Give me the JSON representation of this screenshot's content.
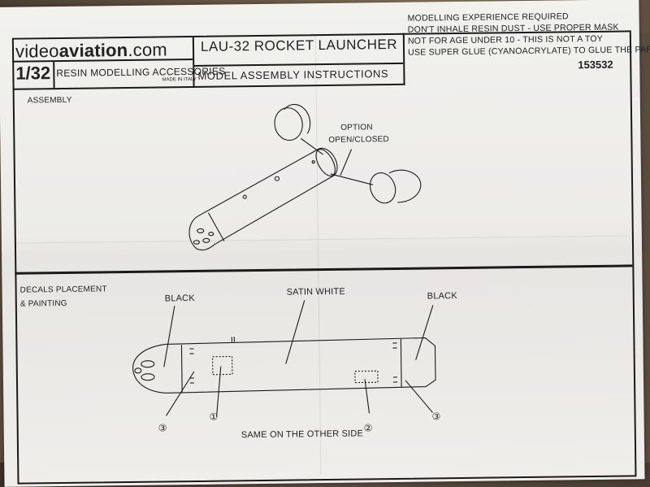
{
  "header": {
    "brand_prefix": "video",
    "brand_bold": "aviation",
    "brand_suffix": ".com",
    "scale": "1/32",
    "subtitle": "RESIN MODELLING ACCESSORIES",
    "made_in": "MADE IN ITALY",
    "title": "LAU-32 ROCKET LAUNCHER",
    "subtitle2": "MODEL ASSEMBLY INSTRUCTIONS",
    "warnings": [
      "MODELLING EXPERIENCE REQUIRED",
      "DON'T INHALE RESIN DUST - USE PROPER MASK",
      "NOT FOR AGE UNDER 10 - THIS IS NOT A TOY",
      "USE SUPER GLUE (CYANOACRYLATE) TO GLUE THE PARTS"
    ],
    "code": "153532"
  },
  "assembly": {
    "heading": "ASSEMBLY",
    "option_line1": "OPTION",
    "option_line2": "OPEN/CLOSED"
  },
  "decals": {
    "heading_line1": "DECALS PLACEMENT",
    "heading_line2": "& PAINTING",
    "black_left": "BLACK",
    "satin_white": "SATIN WHITE",
    "black_right": "BLACK",
    "callout_3_left": "③",
    "callout_1": "①",
    "callout_2": "②",
    "callout_3_right": "③",
    "footer": "SAME ON THE OTHER SIDE"
  },
  "colors": {
    "paper": "#ecebe8",
    "ink": "#1a1a1a",
    "table": "#5a4c3d"
  }
}
